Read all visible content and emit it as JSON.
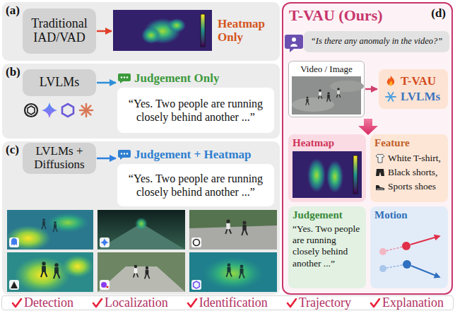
{
  "diagram": {
    "nodes": [
      {
        "text": [
          "(a)"
        ]
      },
      {
        "text": [
          "Traditional IAD/VAD"
        ],
        "in": 0
      },
      {
        "text": [
          "Heatmap Only"
        ],
        "in": 0
      },
      {
        "text": [
          "(b)"
        ]
      },
      {
        "text": [
          "LVLMs"
        ],
        "in": 3
      },
      {
        "text": [
          "Judgement Only",
          "“Yes. Two people are running closely behind another ...”"
        ],
        "in": 3
      },
      {
        "text": [
          "(c)"
        ]
      },
      {
        "text": [
          "LVLMs + Diffusions"
        ],
        "in": 6
      },
      {
        "text": [
          "Judgement + Heatmap",
          "“Yes. Two people are running closely behind another ...”"
        ],
        "in": 6
      },
      {
        "text": [
          "T-VAU (Ours)",
          "(d)"
        ]
      },
      {
        "text": [
          "“Is there any anomaly in the video?”"
        ],
        "in": 9
      },
      {
        "text": [
          "Video / Image"
        ],
        "in": 9
      },
      {
        "text": [
          "T-VAU",
          "LVLMs"
        ],
        "in": 9
      },
      {
        "text": [
          "Heatmap"
        ],
        "in": 9
      },
      {
        "text": [
          "Feature",
          "White T-shirt,",
          "Black shorts,",
          "Sports shoes"
        ],
        "in": 9
      },
      {
        "text": [
          "Judgement",
          "“Yes. Two people are running closely behind another ...”"
        ],
        "in": 9
      },
      {
        "text": [
          "Motion"
        ],
        "in": 9
      }
    ],
    "edges": [
      {
        "from": 1,
        "to": 2,
        "arrow": "to"
      },
      {
        "from": 4,
        "to": 5,
        "arrow": "to"
      },
      {
        "from": 7,
        "to": 8,
        "arrow": "to"
      },
      {
        "from": 11,
        "to": 12,
        "arrow": "to"
      }
    ],
    "labels": [
      "Detection",
      "Localization",
      "Identification",
      "Trajectory",
      "Explanation"
    ]
  }
}
